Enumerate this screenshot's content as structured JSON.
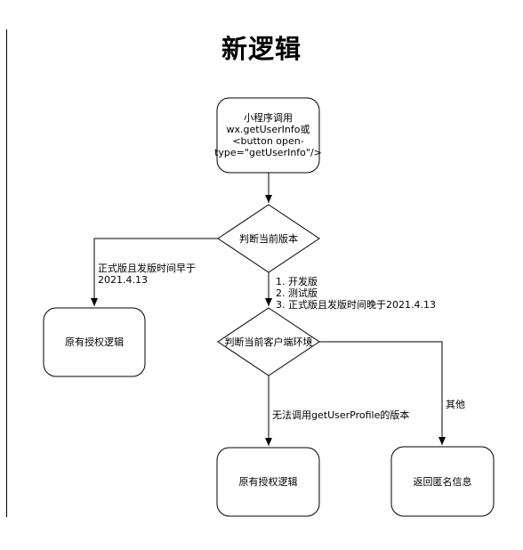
{
  "title": "新逻辑",
  "nodes": {
    "start": "小程序调用\nwx.getUserInfo或\n<button open-\ntype=\"getUserInfo\"/>",
    "check_version": "判断当前版本",
    "legacy_left": "原有授权逻辑",
    "check_client": "判断当前客户端环境",
    "legacy_bottom": "原有授权逻辑",
    "anonymous": "返回匿名信息"
  },
  "edges": {
    "early_release": "正式版且发版时间早于\n2021.4.13",
    "dev_cases": "1. 开发版\n2. 测试版\n3. 正式版且发版时间晚于2021.4.13",
    "no_profile": "无法调用getUserProfile的版本",
    "other": "其他"
  }
}
